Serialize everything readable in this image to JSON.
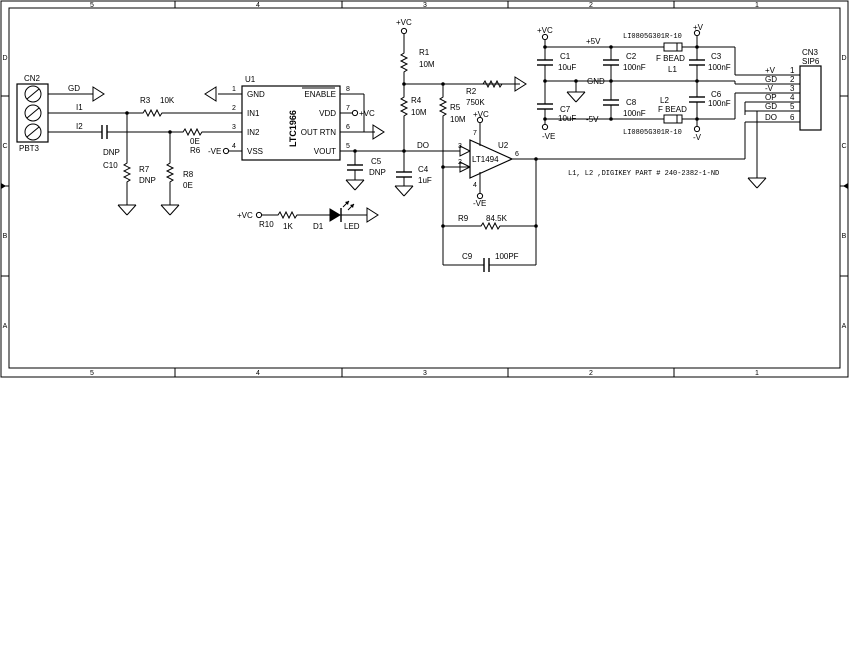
{
  "frame": {
    "cols_top": [
      "5",
      "4",
      "3",
      "2",
      "1"
    ],
    "cols_bottom": [
      "5",
      "4",
      "3",
      "2",
      "1"
    ],
    "rows": [
      "D",
      "C",
      "B",
      "A"
    ]
  },
  "cn2": {
    "ref": "CN2",
    "part": "PBT3",
    "net_gd": "GD",
    "net_i1": "I1",
    "net_i2": "I2"
  },
  "c10": {
    "value": "DNP",
    "ref": "C10"
  },
  "r3": {
    "ref": "R3",
    "value": "10K"
  },
  "r6": {
    "ref": "R6",
    "value": "0E"
  },
  "r7": {
    "ref": "R7",
    "value": "DNP"
  },
  "r8": {
    "ref": "R8",
    "value": "0E"
  },
  "u1": {
    "ref": "U1",
    "part": "LTC1966",
    "pins": [
      {
        "num": "1",
        "name": "GND"
      },
      {
        "num": "2",
        "name": "IN1"
      },
      {
        "num": "3",
        "name": "IN2"
      },
      {
        "num": "4",
        "name": "VSS"
      },
      {
        "num": "8",
        "name": "ENABLE"
      },
      {
        "num": "7",
        "name": "VDD"
      },
      {
        "num": "6",
        "name": "OUT RTN"
      },
      {
        "num": "5",
        "name": "VOUT"
      }
    ],
    "vss_net": "-VE",
    "vdd_net": "+VC"
  },
  "c5": {
    "ref": "C5",
    "value": "DNP"
  },
  "r1": {
    "ref": "R1",
    "value": "10M",
    "net": "+VC"
  },
  "r4": {
    "ref": "R4",
    "value": "10M"
  },
  "r5": {
    "ref": "R5",
    "value": "10M"
  },
  "c4": {
    "ref": "C4",
    "value": "1uF"
  },
  "r2": {
    "ref": "R2",
    "value": "750K"
  },
  "net_do": "DO",
  "u2": {
    "ref": "U2",
    "part": "LT1494",
    "pin_in_p": "3",
    "pin_in_n": "2",
    "pin_out": "6",
    "pin_vp": "7",
    "pin_vn": "4",
    "net_vp": "+VC",
    "net_vn": "-VE"
  },
  "r9": {
    "ref": "R9",
    "value": "84.5K"
  },
  "c9": {
    "ref": "C9",
    "value": "100PF"
  },
  "r10": {
    "ref": "R10",
    "value": "1K",
    "net": "+VC"
  },
  "d1": {
    "ref": "D1",
    "value": "LED"
  },
  "supply": {
    "vc_top": "+VC",
    "ve_bottom": "-VE",
    "v5p": "+5V",
    "v5n": "-5V",
    "gnd": "GND",
    "vp": "+V",
    "vn": "-V",
    "c1": {
      "ref": "C1",
      "value": "10uF"
    },
    "c2": {
      "ref": "C2",
      "value": "100nF"
    },
    "c3": {
      "ref": "C3",
      "value": "100nF"
    },
    "c7": {
      "ref": "C7",
      "value": "10uF"
    },
    "c8": {
      "ref": "C8",
      "value": "100nF"
    },
    "c6": {
      "ref": "C6",
      "value": "100nF"
    },
    "l1": {
      "ref": "L1",
      "value": "F BEAD",
      "part": "LI0805G301R-10"
    },
    "l2": {
      "ref": "L2",
      "value": "F BEAD",
      "part": "LI0805G301R-10"
    }
  },
  "cn3": {
    "ref": "CN3",
    "part": "SIP6",
    "pins": [
      {
        "num": "1",
        "net": "+V"
      },
      {
        "num": "2",
        "net": "GD"
      },
      {
        "num": "3",
        "net": "-V"
      },
      {
        "num": "4",
        "net": "OP"
      },
      {
        "num": "5",
        "net": "GD"
      },
      {
        "num": "6",
        "net": "DO"
      }
    ]
  },
  "note": "L1, L2 ,DIGIKEY PART # 240-2382-1-ND"
}
